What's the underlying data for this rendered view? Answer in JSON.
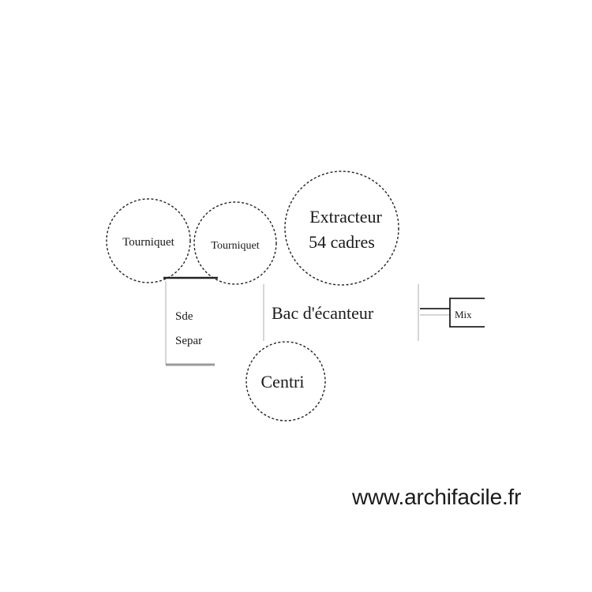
{
  "diagram": {
    "rooms": {
      "tourniquet_1": "Tourniquet",
      "tourniquet_2": "Tourniquet",
      "extracteur_line1": "Extracteur",
      "extracteur_line2": "54 cadres",
      "salle_line1": "Sde",
      "salle_line2": "Separ",
      "bac": "Bac d'écanteur",
      "centri": "Centri",
      "box": "Mix"
    }
  },
  "watermark": "www.archifacile.fr"
}
